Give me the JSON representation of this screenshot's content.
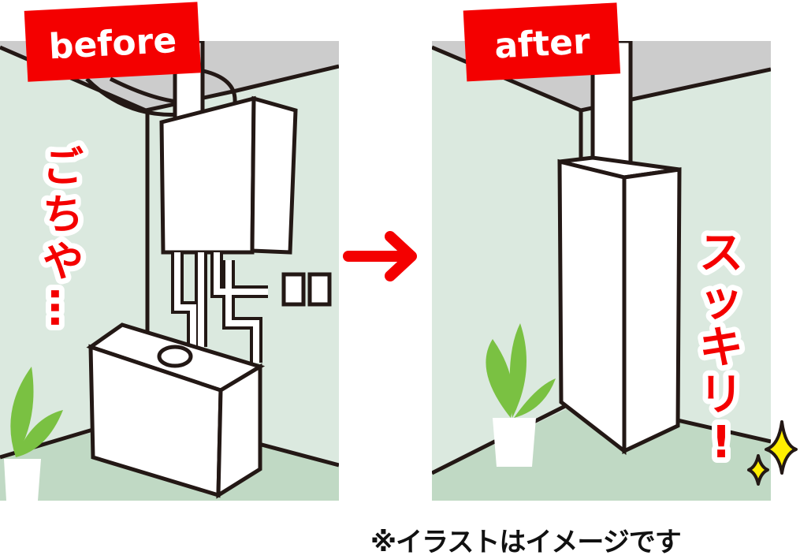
{
  "before_panel": {
    "label": "before",
    "caption": [
      "ご",
      "ち",
      "や",
      "…"
    ]
  },
  "after_panel": {
    "label": "after",
    "caption": [
      "ス",
      "ッ",
      "キ",
      "リ",
      "!"
    ]
  },
  "note": "※イラストはイメージです",
  "colors": {
    "wall": "#dbe9df",
    "floor": "#c0d9c4",
    "ceiling": "#cccccc",
    "accent": "#f40000",
    "sparkle": "#ffee00"
  }
}
